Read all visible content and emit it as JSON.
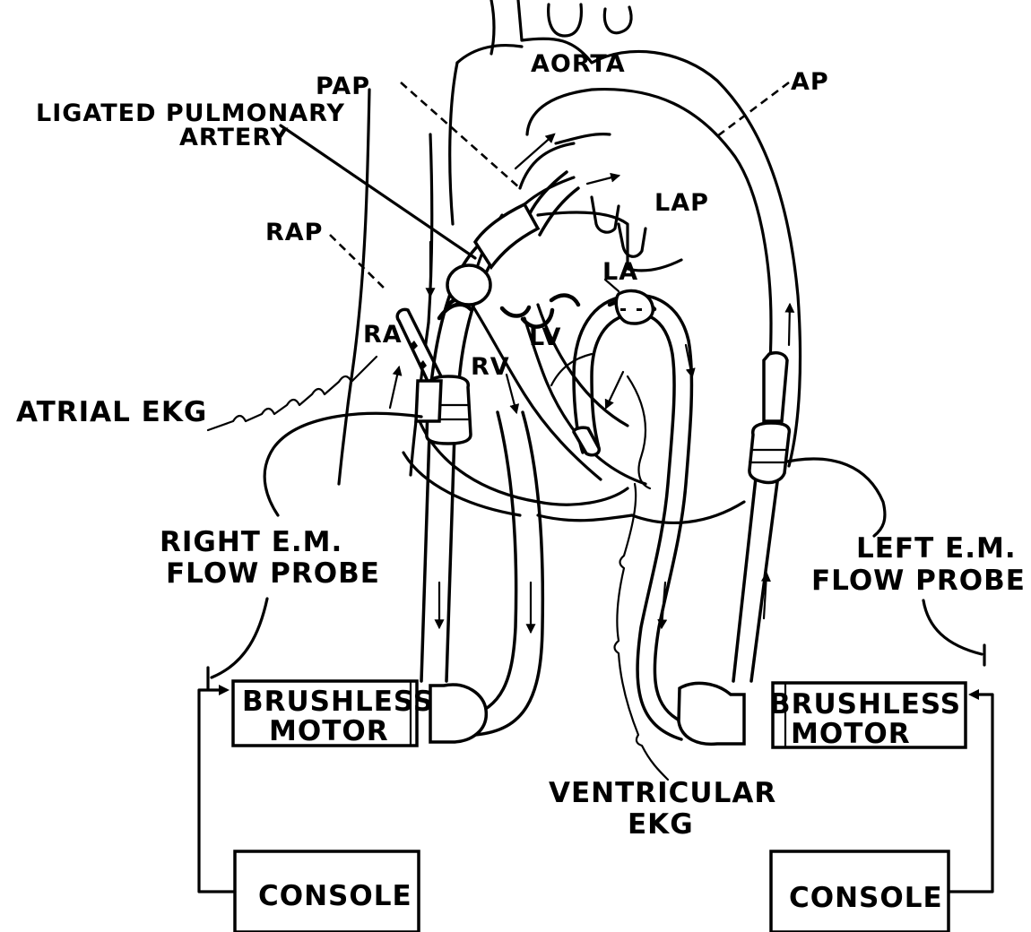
{
  "labels": {
    "aorta": "AORTA",
    "pap": "PAP",
    "ap": "AP",
    "ligated_line1": "LIGATED PULMONARY",
    "ligated_line2": "ARTERY",
    "lap": "LAP",
    "rap": "RAP",
    "la": "LA",
    "ra": "RA",
    "lv": "LV",
    "rv": "RV",
    "atrial_ekg": "ATRIAL EKG",
    "right_probe_line1": "RIGHT E.M.",
    "right_probe_line2": "FLOW PROBE",
    "left_probe_line1": "LEFT E.M.",
    "left_probe_line2": "FLOW PROBE",
    "right_motor_line1": "BRUSHLESS",
    "right_motor_line2": "MOTOR",
    "left_motor_line1": "BRUSHLESS",
    "left_motor_line2": "MOTOR",
    "ventricular_line1": "VENTRICULAR",
    "ventricular_line2": "EKG",
    "console_left": "CONSOLE",
    "console_right": "CONSOLE"
  },
  "colors": {
    "ink": "#000000",
    "paper": "#ffffff"
  }
}
